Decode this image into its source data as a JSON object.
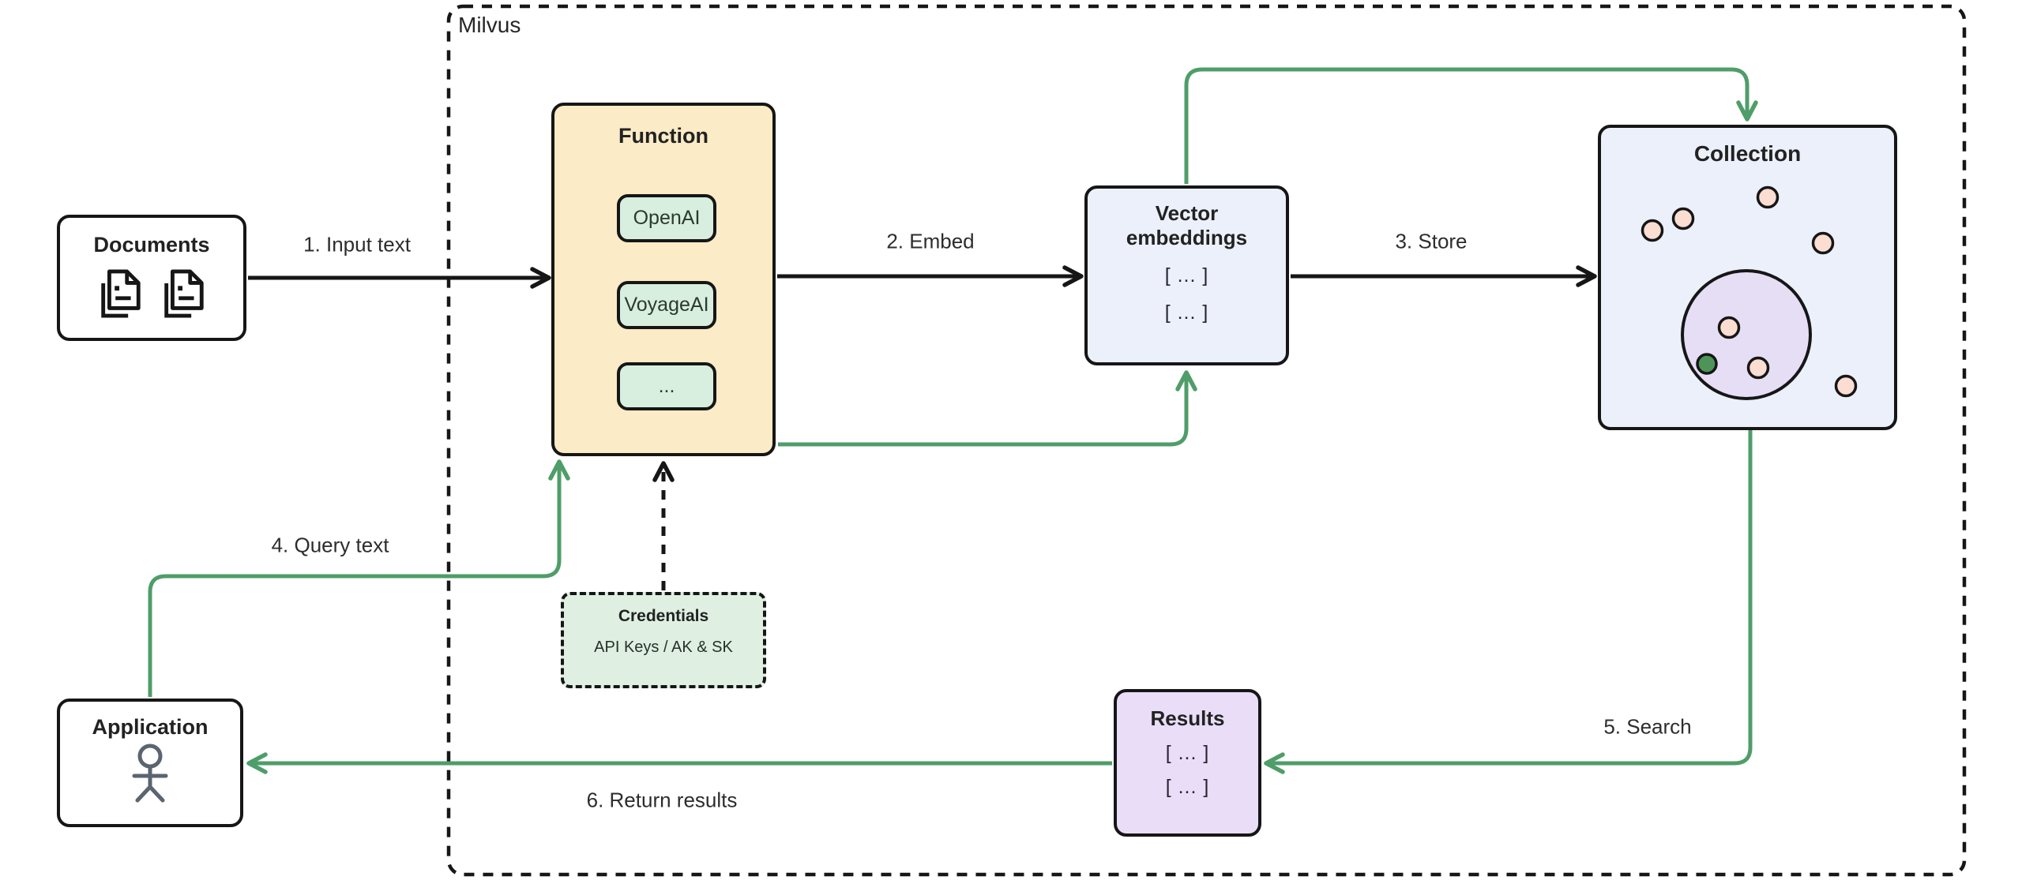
{
  "diagram": {
    "container_label": "Milvus",
    "nodes": {
      "documents": {
        "title": "Documents"
      },
      "function": {
        "title": "Function",
        "items": [
          "OpenAI",
          "VoyageAI",
          "..."
        ]
      },
      "vector_embeddings": {
        "title": "Vector embeddings",
        "rows": [
          "[ ... ]",
          "[ ... ]"
        ]
      },
      "collection": {
        "title": "Collection"
      },
      "credentials": {
        "title": "Credentials",
        "subtitle": "API Keys / AK & SK"
      },
      "results": {
        "title": "Results",
        "rows": [
          "[ ... ]",
          "[ ... ]"
        ]
      },
      "application": {
        "title": "Application"
      }
    },
    "edges": [
      {
        "label": "1. Input text",
        "from": "documents",
        "to": "function"
      },
      {
        "label": "2. Embed",
        "from": "function",
        "to": "vector_embeddings"
      },
      {
        "label": "3. Store",
        "from": "vector_embeddings",
        "to": "collection"
      },
      {
        "label": "4. Query text",
        "from": "application",
        "to": "function"
      },
      {
        "label": "5. Search",
        "from": "collection",
        "to": "results"
      },
      {
        "label": "6. Return results",
        "from": "results",
        "to": "application"
      }
    ]
  },
  "colors": {
    "arrow-green": "#4f9d69",
    "line-black": "#161616",
    "function-fill": "#fbebc6",
    "model-chip-fill": "#d8eede",
    "credentials-fill": "#dff0e3",
    "embeddings-fill": "#ebf0fa",
    "collection-fill": "#ebf0fa",
    "results-fill": "#e9ddf8",
    "cluster-fill": "#e6def5",
    "point-fill": "#fbddd2",
    "query-point-fill": "#4d9459",
    "text": "#2d2d2d"
  }
}
